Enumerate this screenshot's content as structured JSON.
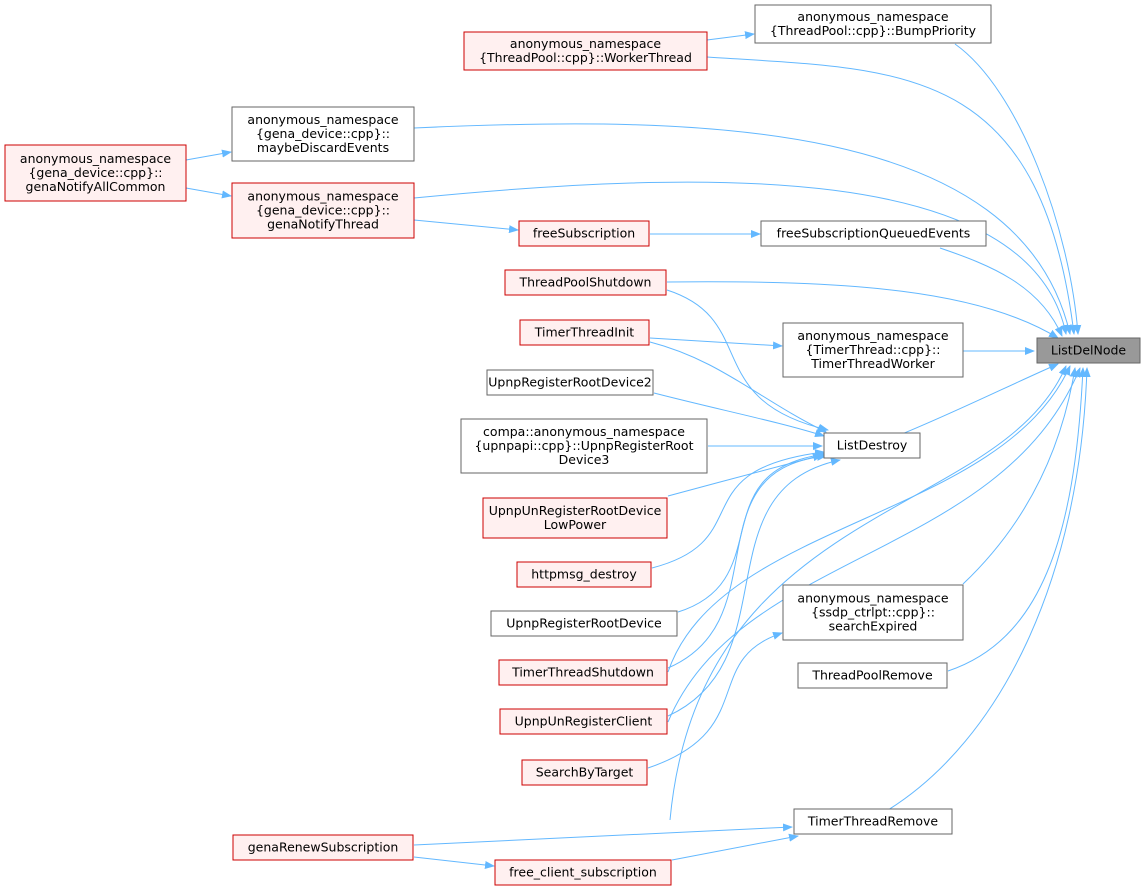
{
  "graph": {
    "nodes": [
      {
        "id": "bumppriority",
        "style": "plain",
        "lines": [
          "anonymous_namespace",
          "{ThreadPool::cpp}::BumpPriority"
        ]
      },
      {
        "id": "workerthread",
        "style": "red",
        "lines": [
          "anonymous_namespace",
          "{ThreadPool::cpp}::WorkerThread"
        ]
      },
      {
        "id": "maybediscard",
        "style": "plain",
        "lines": [
          "anonymous_namespace",
          "{gena_device::cpp}::",
          "maybeDiscardEvents"
        ]
      },
      {
        "id": "genanotifyallcommon",
        "style": "red",
        "lines": [
          "anonymous_namespace",
          "{gena_device::cpp}::",
          "genaNotifyAllCommon"
        ]
      },
      {
        "id": "genanotifythread",
        "style": "red",
        "lines": [
          "anonymous_namespace",
          "{gena_device::cpp}::",
          "genaNotifyThread"
        ]
      },
      {
        "id": "freesubscription",
        "style": "red",
        "lines": [
          "freeSubscription"
        ]
      },
      {
        "id": "freesubqueued",
        "style": "plain",
        "lines": [
          "freeSubscriptionQueuedEvents"
        ]
      },
      {
        "id": "threadpoolshutdown",
        "style": "red",
        "lines": [
          "ThreadPoolShutdown"
        ]
      },
      {
        "id": "timerthreadinit",
        "style": "red",
        "lines": [
          "TimerThreadInit"
        ]
      },
      {
        "id": "timerthreadworker",
        "style": "plain",
        "lines": [
          "anonymous_namespace",
          "{TimerThread::cpp}::",
          "TimerThreadWorker"
        ]
      },
      {
        "id": "listdelnode",
        "style": "root",
        "lines": [
          "ListDelNode"
        ]
      },
      {
        "id": "upnpregisterrootdevice2",
        "style": "plain",
        "lines": [
          "UpnpRegisterRootDevice2"
        ]
      },
      {
        "id": "upnpregisterrootdevice3",
        "style": "plain",
        "lines": [
          "compa::anonymous_namespace",
          "{upnpapi::cpp}::UpnpRegisterRoot",
          "Device3"
        ]
      },
      {
        "id": "listdestroy",
        "style": "plain",
        "lines": [
          "ListDestroy"
        ]
      },
      {
        "id": "unregisterlowpower",
        "style": "red",
        "lines": [
          "UpnpUnRegisterRootDevice",
          "LowPower"
        ]
      },
      {
        "id": "httpmsgdestroy",
        "style": "red",
        "lines": [
          "httpmsg_destroy"
        ]
      },
      {
        "id": "upnpregisterrootdevice",
        "style": "plain",
        "lines": [
          "UpnpRegisterRootDevice"
        ]
      },
      {
        "id": "searchexpired",
        "style": "plain",
        "lines": [
          "anonymous_namespace",
          "{ssdp_ctrlpt::cpp}::",
          "searchExpired"
        ]
      },
      {
        "id": "timerthreadshutdown",
        "style": "red",
        "lines": [
          "TimerThreadShutdown"
        ]
      },
      {
        "id": "threadpoolremove",
        "style": "plain",
        "lines": [
          "ThreadPoolRemove"
        ]
      },
      {
        "id": "upnpunregisterclient",
        "style": "red",
        "lines": [
          "UpnpUnRegisterClient"
        ]
      },
      {
        "id": "searchbytarget",
        "style": "red",
        "lines": [
          "SearchByTarget"
        ]
      },
      {
        "id": "timerthreadremove",
        "style": "plain",
        "lines": [
          "TimerThreadRemove"
        ]
      },
      {
        "id": "genarenewsubscription",
        "style": "red",
        "lines": [
          "genaRenewSubscription"
        ]
      },
      {
        "id": "freeclientsubscription",
        "style": "red",
        "lines": [
          "free_client_subscription"
        ]
      }
    ]
  }
}
